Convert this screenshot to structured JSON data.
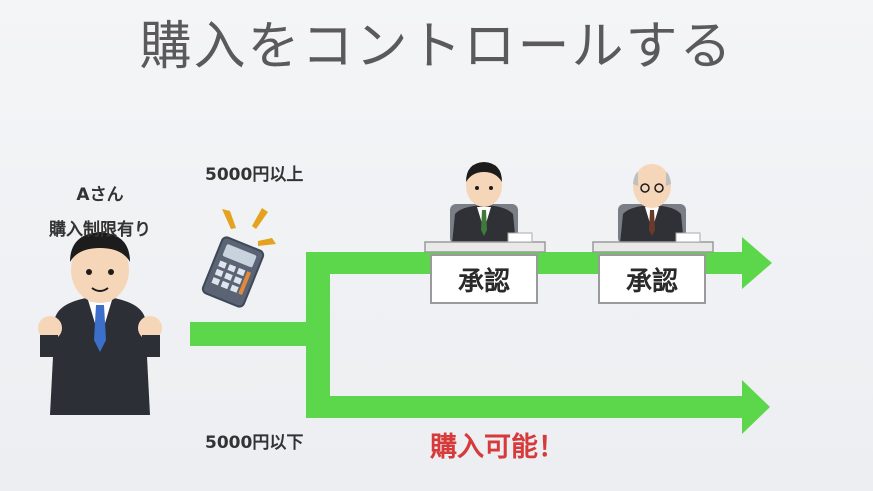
{
  "title": "購入をコントロールする",
  "user": {
    "name": "Aさん",
    "description": "購入制限有り"
  },
  "routes": {
    "over_label": "5000円以上",
    "under_label": "5000円以下"
  },
  "approvals": [
    {
      "label": "承認"
    },
    {
      "label": "承認"
    }
  ],
  "result": {
    "label": "購入可能！",
    "color": "#d63a3a"
  },
  "colors": {
    "arrow": "#5cd64a",
    "title": "#5a5a5a"
  },
  "icons": [
    "businessman-icon",
    "calculator-icon",
    "manager-icon",
    "bald-manager-icon"
  ]
}
